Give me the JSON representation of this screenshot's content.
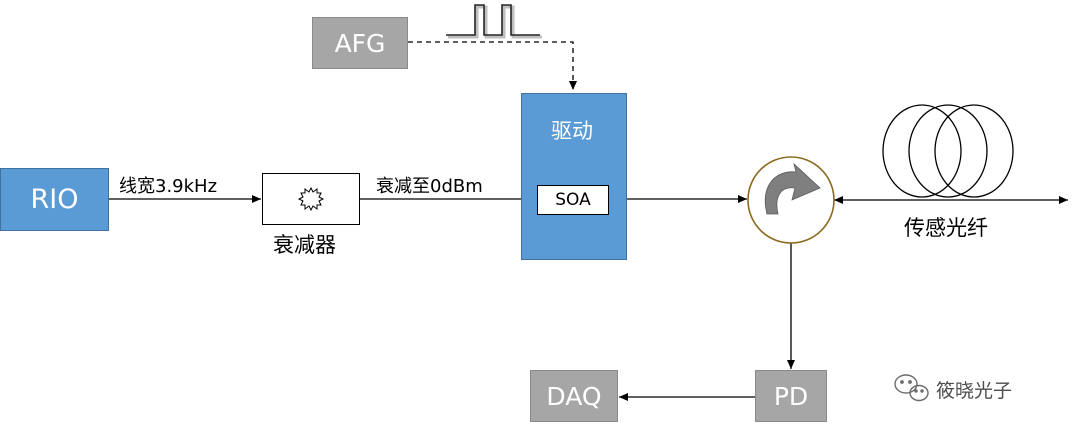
{
  "blocks": {
    "rio": "RIO",
    "afg": "AFG",
    "attenuator_label": "衰减器",
    "driver": "驱动",
    "soa": "SOA",
    "daq": "DAQ",
    "pd": "PD"
  },
  "link_labels": {
    "linewidth": "线宽3.9kHz",
    "attenuate_to": "衰减至0dBm",
    "sensing_fiber": "传感光纤"
  },
  "watermark": {
    "text": "筱晓光子"
  },
  "colors": {
    "blue_fill": "#5b9bd5",
    "gray_fill": "#a6a6a6",
    "circulator_ring": "#8b6a1e",
    "circulator_arrow": "#7f7f7f"
  }
}
